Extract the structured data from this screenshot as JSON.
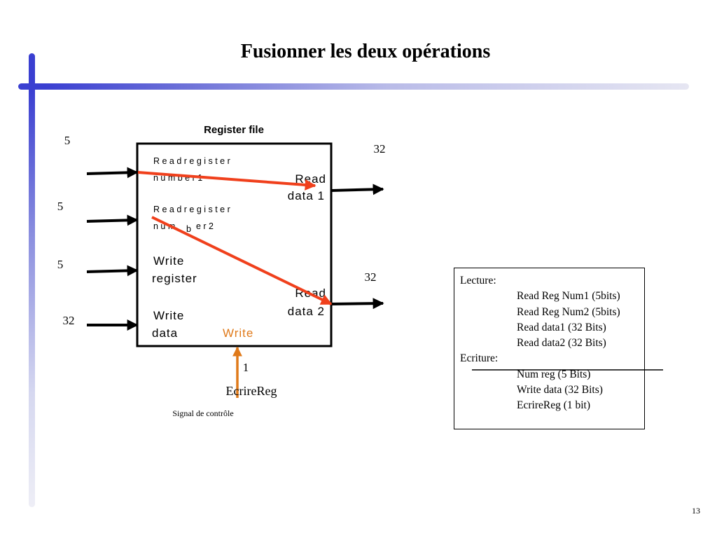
{
  "slide": {
    "title": "Fusionner les deux opérations",
    "number": "13"
  },
  "register_file": {
    "caption": "Register file",
    "read_register_1_line1": "R e a d   r e g i s t e r",
    "read_register_1_line2": "n u m b e r   1",
    "read_register_2_line1": "R e a d   r e g i s t e r",
    "read_register_2_line2a": "n u m",
    "read_register_2_line2b": "b",
    "read_register_2_line2c": "e r   2",
    "write_register_line1": "Write",
    "write_register_line2": "register",
    "write_data_line1": "Write",
    "write_data_line2": "data",
    "read_data_1_line1": "Read",
    "read_data_1_line2": "data 1",
    "read_data_2_line1": "Read",
    "read_data_2_line2": "data 2",
    "write_control": "Write"
  },
  "widths": {
    "read_register_1": "5",
    "read_register_2": "5",
    "write_register": "5",
    "write_data": "32",
    "read_data_1": "32",
    "read_data_2": "32",
    "control": "1"
  },
  "control_signal": {
    "name": "EcrireReg",
    "caption": "Signal de contrôle"
  },
  "legend": {
    "lecture_title": "Lecture:",
    "lecture_items": [
      "Read Reg Num1 (5bits)",
      "Read Reg Num2 (5bits)",
      "Read data1  (32 Bits)",
      "Read data2  (32 Bits)"
    ],
    "ecriture_title": "Ecriture:",
    "ecriture_items": [
      "Num reg  (5 Bits)",
      "Write data (32 Bits)",
      "EcrireReg  (1 bit)"
    ]
  },
  "colors": {
    "accent_blue": "#3a3fd1",
    "path_red": "#f0401c",
    "control_orange": "#e07a1a"
  }
}
